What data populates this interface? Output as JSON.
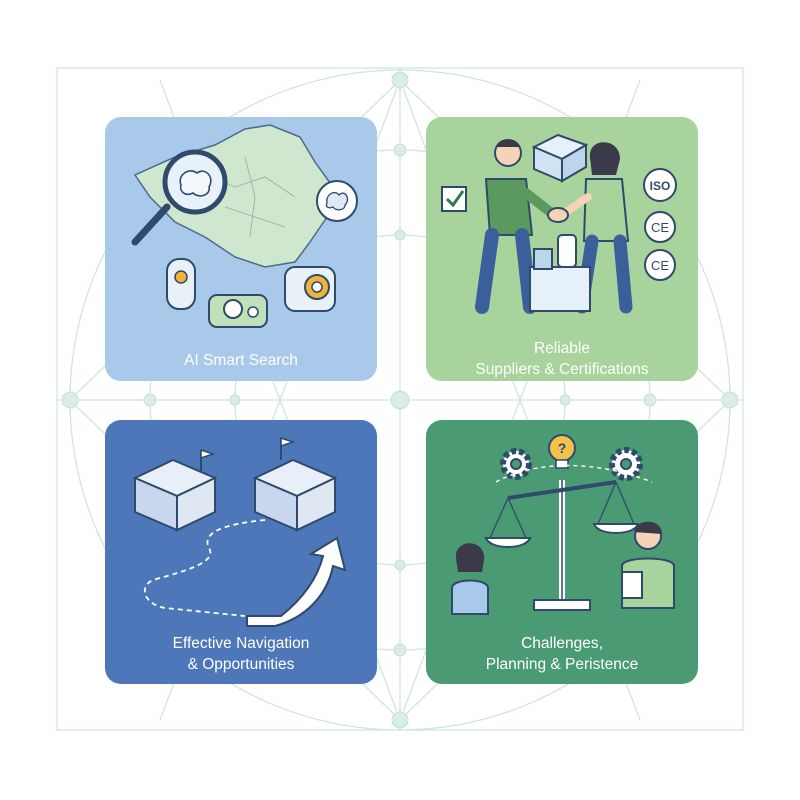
{
  "panels": [
    {
      "id": "ai-smart-search",
      "lines": [
        "AI Smart Search"
      ],
      "color": "#a9c9ea"
    },
    {
      "id": "reliable-suppliers",
      "lines": [
        "Reliable",
        "Suppliers & Certifications"
      ],
      "color": "#a8d39c"
    },
    {
      "id": "effective-navigation",
      "lines": [
        "Effective Navigation",
        "& Opportunities"
      ],
      "color": "#4d77b8"
    },
    {
      "id": "challenges-planning",
      "lines": [
        "Challenges,",
        "Planning & Peristence"
      ],
      "color": "#4a9a74"
    }
  ],
  "badges": {
    "iso": "ISO",
    "ce1": "CE",
    "ce2": "CE"
  },
  "icons": [
    "magnifier-brain-icon",
    "china-map-icon",
    "ai-chip-icon",
    "checkbox-icon",
    "handshake-icon",
    "box-icon",
    "trade-booth-icon",
    "dashed-path-icon",
    "growth-arrow-icon",
    "gear-icon",
    "lightbulb-question-icon",
    "balance-scale-icon"
  ]
}
